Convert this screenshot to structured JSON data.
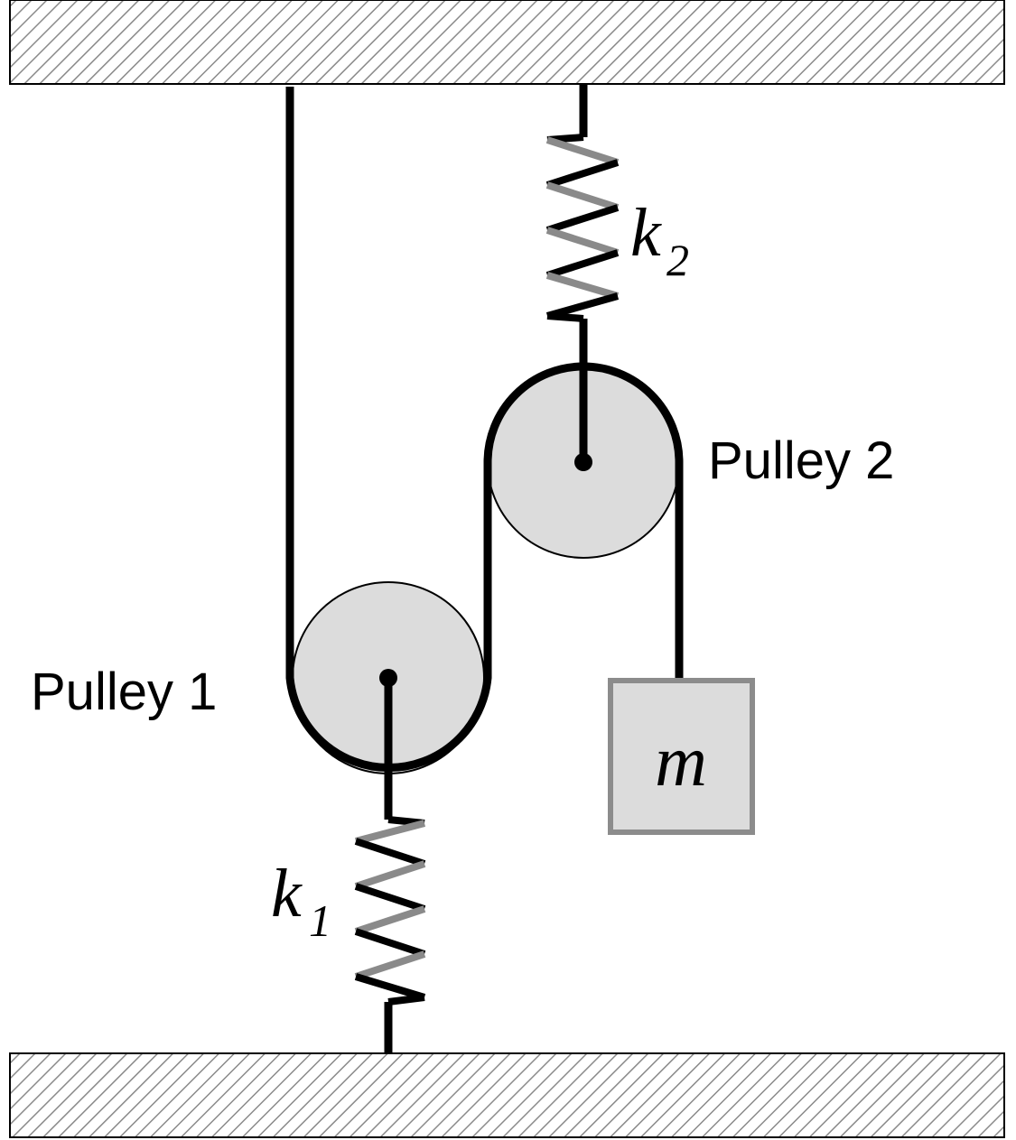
{
  "labels": {
    "pulley1": "Pulley 1",
    "pulley2": "Pulley 2",
    "spring1_symbol": "k",
    "spring1_subscript": "1",
    "spring2_symbol": "k",
    "spring2_subscript": "2",
    "mass": "m"
  },
  "colors": {
    "rope": "#000000",
    "pulley_fill": "#dcdcdc",
    "mass_fill": "#dcdcdc",
    "mass_border": "#8c8c8c",
    "spring_light": "#8a8a8a",
    "spring_dark": "#000000",
    "hatch": "#8a8a8a"
  }
}
